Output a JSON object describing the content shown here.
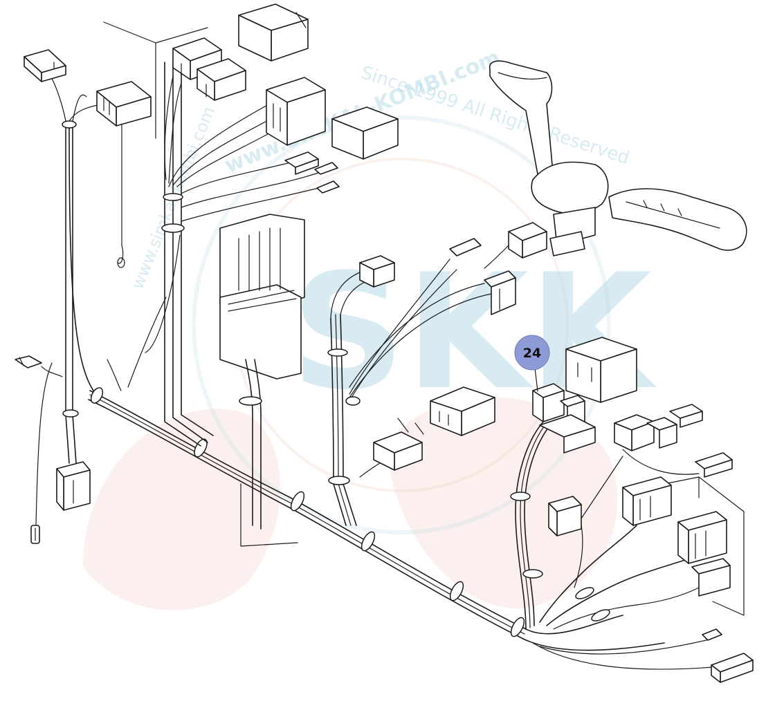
{
  "watermark": {
    "line1": "Since-1999 All Rights Reserved",
    "line2": "www.SIMKAL-KOMBI.com",
    "line3": "www.simkal-kombi.com",
    "logo_letters": "SKK"
  },
  "callouts": [
    {
      "label": "24"
    }
  ],
  "colors": {
    "line": "#1a1a1a",
    "callout_fill": "#8e9bd6",
    "watermark_blue": "#b9dbe9",
    "watermark_red": "#f3d5cb"
  }
}
